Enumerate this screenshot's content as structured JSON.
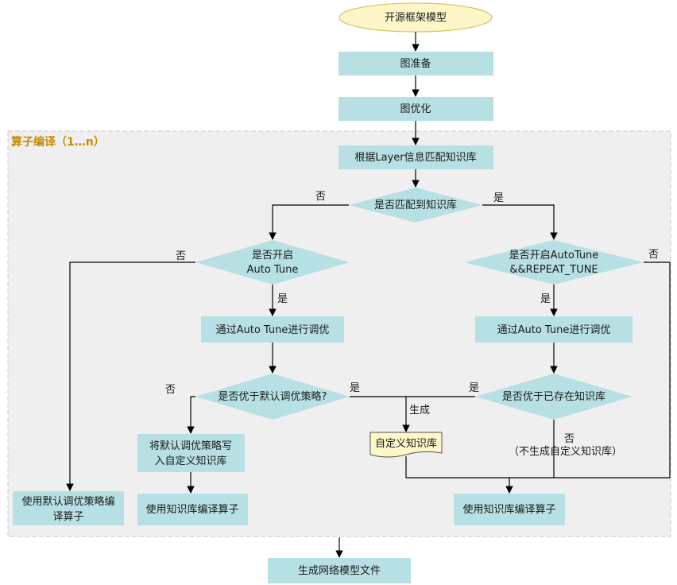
{
  "colors": {
    "process_fill": "#b7e0e4",
    "start_fill": "#fdf6c8",
    "start_stroke": "#d9c36a",
    "group_fill": "#efefef",
    "group_stroke": "#c8c8c8",
    "group_label": "#c78a00",
    "document_fill": "#fdf6c8"
  },
  "group": {
    "label": "算子编译（1…n）"
  },
  "nodes": {
    "start": "开源框架模型",
    "graph_prep": "图准备",
    "graph_opt": "图优化",
    "match_kb": "根据Layer信息匹配知识库",
    "is_matched": "是否匹配到知识库",
    "auto_tune_on_l1": "是否开启",
    "auto_tune_on_l2": "Auto Tune",
    "auto_tune_repeat_l1": "是否开启AutoTune",
    "auto_tune_repeat_l2": "&&REPEAT_TUNE",
    "tune_left": "通过Auto Tune进行调优",
    "tune_right": "通过Auto Tune进行调优",
    "better_than_default": "是否优于默认调优策略?",
    "better_than_existing": "是否优于已存在知识库",
    "write_custom_l1": "将默认调优策略写",
    "write_custom_l2": "入自定义知识库",
    "custom_kb": "自定义知识库",
    "compile_default_l1": "使用默认调优策略编",
    "compile_default_l2": "译算子",
    "compile_kb_left": "使用知识库编译算子",
    "compile_kb_right": "使用知识库编译算子",
    "generate_file": "生成网络模型文件"
  },
  "edge_labels": {
    "no_match": "否",
    "yes_match": "是",
    "no_autotune": "否",
    "yes_autotune": "是",
    "yes_repeat": "是",
    "no_repeat": "否",
    "no_better_default": "否",
    "yes_better_default": "是",
    "yes_better_existing": "是",
    "generate": "生成",
    "no_better_existing": "否",
    "no_generate_note": "（不生成自定义知识库）"
  }
}
